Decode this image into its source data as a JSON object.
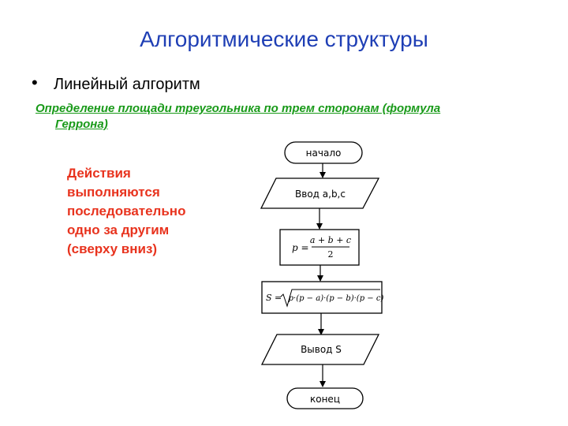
{
  "slide": {
    "title": "Алгоритмические структуры",
    "bullet": "Линейный алгоритм",
    "subtitle_line1": "Определение площади треугольника по трем сторонам (формула",
    "subtitle_line2": "Геррона)",
    "note_lines": [
      "Действия",
      "выполняются",
      "последовательно",
      "одно за другим",
      "(сверху вниз)"
    ]
  },
  "flowchart": {
    "start_label": "начало",
    "input_label": "Ввод a,b,c",
    "formula_p": {
      "lhs": "p =",
      "numerator": "a + b + c",
      "denominator": "2"
    },
    "formula_s": {
      "lhs": "S =",
      "radicand": "p·(p − a)·(p − b)·(p − c)"
    },
    "output_label": "Вывод S",
    "end_label": "конец"
  },
  "colors": {
    "title": "#1f3fb5",
    "subtitle": "#199a19",
    "note": "#e8331e",
    "lines": "#000000"
  }
}
